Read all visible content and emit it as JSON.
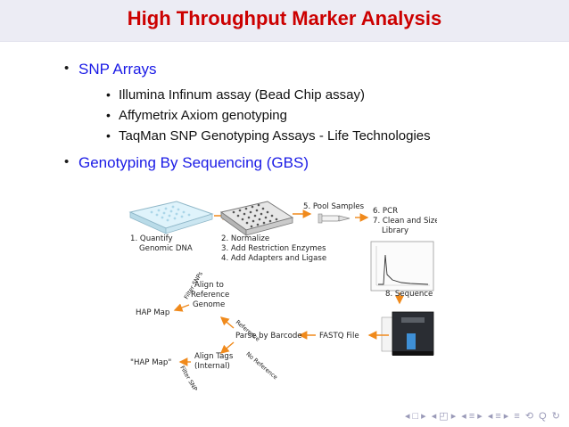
{
  "slide": {
    "title": "High Throughput Marker Analysis",
    "bullets": [
      {
        "text": "SNP Arrays",
        "subs": [
          "Illumina Infinum assay (Bead Chip assay)",
          "Affymetrix Axiom genotyping",
          "TaqMan SNP Genotyping Assays - Life Technologies"
        ]
      },
      {
        "text": "Genotyping By Sequencing (GBS)"
      }
    ]
  },
  "diagram": {
    "step1_line1": "1. Quantify",
    "step1_line2": "Genomic DNA",
    "steps2_4": [
      "2. Normalize",
      "3. Add Restriction Enzymes",
      "4. Add Adapters and Ligase"
    ],
    "step5": "5. Pool Samples",
    "steps6_7": [
      "6. PCR",
      "7. Clean and Size",
      "Library"
    ],
    "step8": "8. Sequence",
    "fastq": "FASTQ File",
    "parse": "Parse by Barcode",
    "align_ref": [
      "Align to",
      "Reference",
      "Genome"
    ],
    "align_tags": [
      "Align Tags",
      "(Internal)"
    ],
    "hap_map": "HAP Map",
    "hap_map_quoted": "\"HAP Map\"",
    "filter_snps_top": "Filter SNPs",
    "filter_snps_bottom": "Filter SNPs",
    "reference": "Reference",
    "no_reference": "No Reference"
  },
  "nav": {
    "glyphs": [
      "◂",
      "□",
      "▸",
      "◂",
      "◰",
      "▸",
      "◂",
      "≡",
      "▸",
      "◂",
      "≡",
      "▸",
      "≡",
      "⟲",
      "Q",
      "↻"
    ]
  }
}
